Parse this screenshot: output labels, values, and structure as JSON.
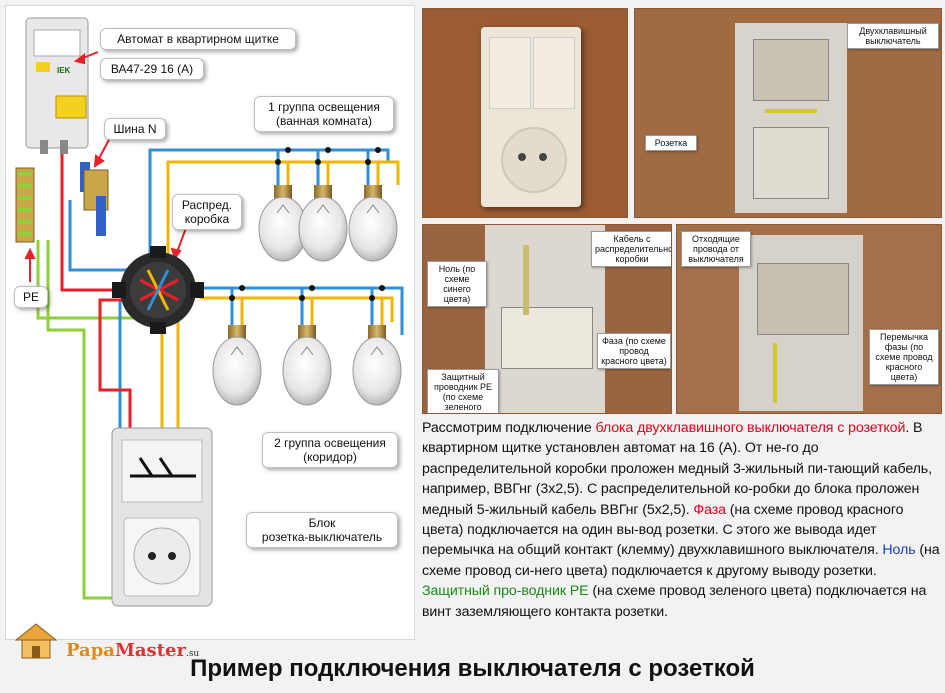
{
  "diagram": {
    "labels": {
      "breaker_title": "Автомат в квартирном щитке",
      "breaker_model": "ВА47-29 16 (А)",
      "bus_n": "Шина N",
      "junction_box": "Распред.\nкоробка",
      "pe": "PE",
      "group1": "1 группа освещения\n(ванная комната)",
      "group2": "2 группа освещения\n(коридор)",
      "block": "Блок\nрозетка-выключатель",
      "breaker_brand": "IEK"
    },
    "wire_colors": {
      "phase": "#e8202a",
      "neutral": "#2f8fd8",
      "pe": "#8ed03a",
      "switched": "#f2b600",
      "other": "#333333"
    }
  },
  "photos": {
    "p2_labels": {
      "switch": "Двухклавишный выключатель",
      "socket": "Розетка"
    },
    "p3_labels": {
      "neutral": "Ноль (по схеме синего цвета)",
      "cable": "Кабель с распределительной коробки",
      "phase": "Фаза (по схеме провод красного цвета)",
      "pe": "Защитный проводник PE (по схеме зеленого цвета)"
    },
    "p4_labels": {
      "outgoing": "Отходящие провода от выключателя",
      "jumper": "Перемычка фазы (по схеме провод красного цвета)"
    }
  },
  "description": {
    "t1": "Рассмотрим подключение ",
    "t2": "блока двухклавишного выключателя с розеткой",
    "t3": ". В квартирном щитке установлен автомат на 16 (А). От не-го до распределительной коробки проложен медный 3-жильный пи-тающий кабель, например, ВВГнг (3х2,5). С распределительной ко-робки до блока проложен медный 5-жильный кабель ВВГнг (5х2,5). ",
    "t4": "Фаза",
    "t5": " (на схеме провод красного цвета) подключается на один вы-вод розетки. С этого же вывода идет перемычка на общий контакт (клемму) двухклавишного выключателя. ",
    "t6": "Ноль",
    "t7": " (на схеме провод си-него цвета) подключается к другому выводу розетки. ",
    "t8": "Защитный про-водник PE",
    "t9": " (на схеме провод зеленого цвета) подключается на винт заземляющего контакта розетки."
  },
  "logo": {
    "name_part1": "Papa",
    "name_part2": "Master",
    "suffix": ".su"
  },
  "caption": "Пример подключения выключателя с розеткой"
}
